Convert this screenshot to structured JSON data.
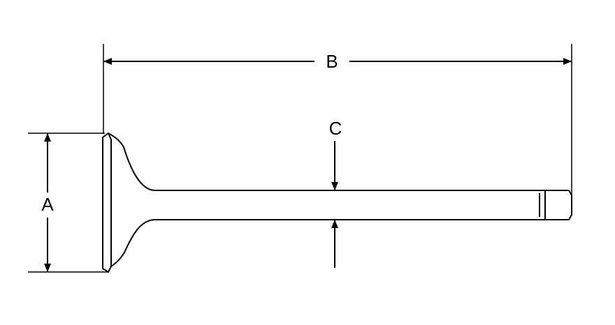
{
  "diagram": {
    "labels": {
      "head_diameter": "A",
      "overall_length": "B",
      "stem_diameter": "C"
    },
    "colors": {
      "line": "#000000",
      "background": "#ffffff"
    }
  }
}
